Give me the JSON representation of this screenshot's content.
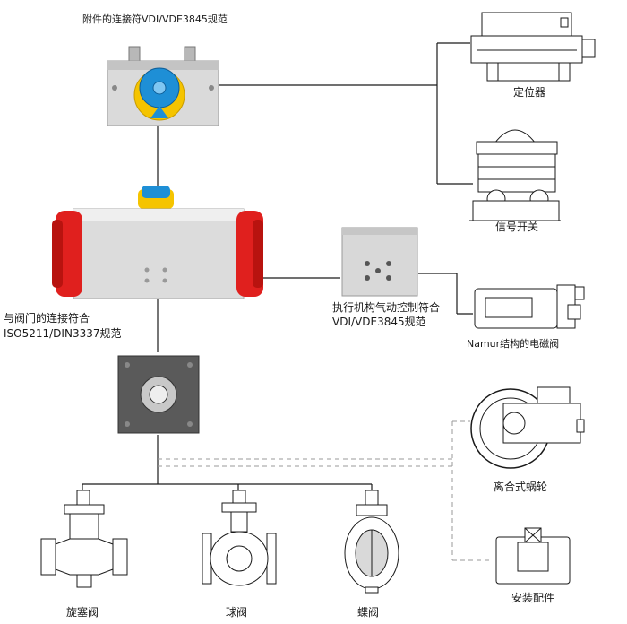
{
  "labels": {
    "accessory_interface": "附件的连接符VDI/VDE3845规范",
    "positioner": "定位器",
    "limit_switch": "信号开关",
    "valve_interface_line1": "与阀门的连接符合",
    "valve_interface_line2": "ISO5211/DIN3337规范",
    "actuator_air_control_line1": "执行机构气动控制符合",
    "actuator_air_control_line2": "VDI/VDE3845规范",
    "solenoid_valve": "Namur结构的电磁阀",
    "manual_override": "离合式蜗轮",
    "mounting_kit": "安装配件",
    "plug_valve": "旋塞阀",
    "ball_valve": "球阀",
    "butterfly_valve": "蝶阀"
  },
  "colors": {
    "actuator_red": "#e0201e",
    "actuator_body": "#dcdcdc",
    "indicator_blue": "#1e8fd6",
    "indicator_yellow": "#f5c400",
    "bracket_grey": "#5a5a5a",
    "line": "#1a1a1a"
  }
}
